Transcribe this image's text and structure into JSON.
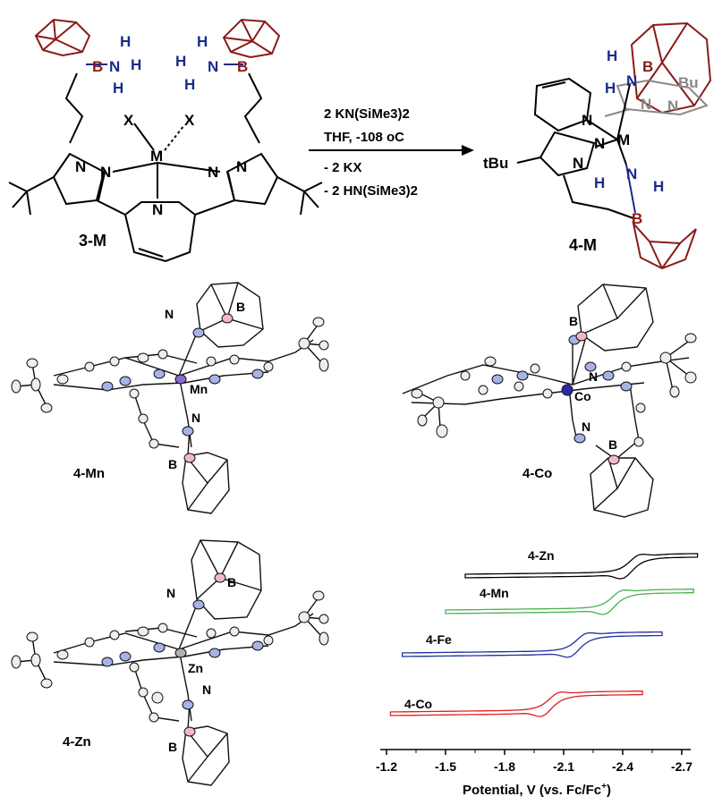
{
  "reaction": {
    "reactant_label": "3-M",
    "product_label": "4-M",
    "conditions": {
      "line1": "2 KN(SiMe3)2",
      "line2": "THF, -108 oC",
      "line3": "- 2 KX",
      "line4": "- 2 HN(SiMe3)2"
    },
    "atoms": {
      "metal": "M",
      "halide": "X",
      "boron": "B",
      "nitrogen": "N",
      "hydrogen": "H",
      "tbu": "tBu",
      "bu_partial": "Bu"
    }
  },
  "structures": [
    {
      "label": "4-Mn",
      "metal": "Mn",
      "n_label": "N",
      "b_label": "B"
    },
    {
      "label": "4-Co",
      "metal": "Co",
      "n_label": "N",
      "b_label": "B"
    },
    {
      "label": "4-Zn",
      "metal": "Zn",
      "n_label": "N",
      "b_label": "B"
    }
  ],
  "colors": {
    "boron_dark_red": "#8b1a1a",
    "nitrogen_blue": "#1a2a8b",
    "zn_trace": "#000000",
    "mn_trace": "#4caf50",
    "fe_trace": "#1f2fa0",
    "co_trace": "#e02020"
  },
  "chart_data": {
    "type": "line",
    "title": "",
    "xlabel": "Potential, V (vs. Fc/Fc+)",
    "ylabel": "",
    "x_reversed": true,
    "xlim": [
      -1.2,
      -2.8
    ],
    "xticks": [
      "-1.2",
      "-1.5",
      "-1.8",
      "-2.1",
      "-2.4",
      "-2.7"
    ],
    "grid": false,
    "legend": "inline-labels",
    "series": [
      {
        "name": "4-Zn",
        "color": "#000000",
        "E_half": -2.45,
        "x_start": -1.6,
        "x_end": -2.78
      },
      {
        "name": "4-Mn",
        "color": "#4caf50",
        "E_half": -2.36,
        "x_start": -1.5,
        "x_end": -2.76
      },
      {
        "name": "4-Fe",
        "color": "#1f2fa0",
        "E_half": -2.18,
        "x_start": -1.28,
        "x_end": -2.6
      },
      {
        "name": "4-Co",
        "color": "#e02020",
        "E_half": -2.04,
        "x_start": -1.22,
        "x_end": -2.5
      }
    ]
  }
}
